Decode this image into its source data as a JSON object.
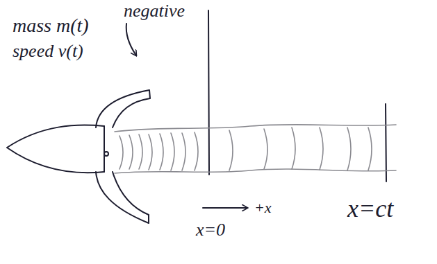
{
  "diagram": {
    "labels": [
      "mass m(t)",
      "speed v(t)",
      "negative",
      "x=0",
      "+x",
      "x=ct"
    ]
  }
}
